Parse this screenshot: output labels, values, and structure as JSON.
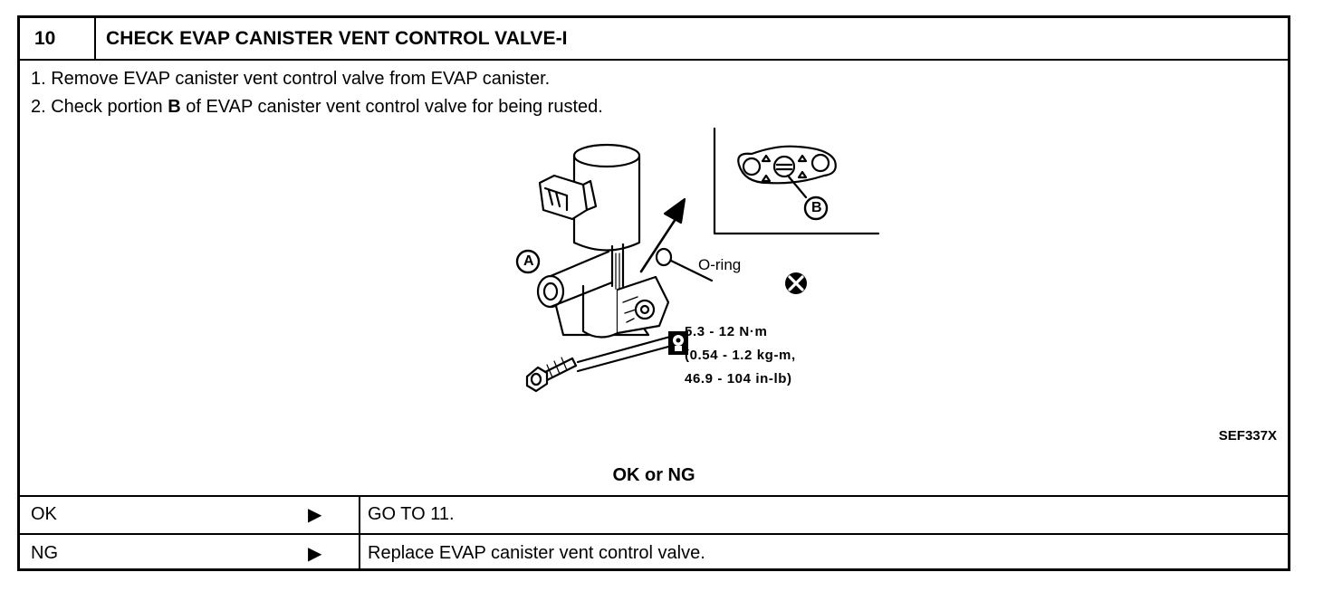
{
  "step": {
    "number": "10",
    "title": "CHECK EVAP CANISTER VENT CONTROL VALVE-I"
  },
  "instructions": {
    "line1": "1.  Remove EVAP canister vent control valve from EVAP canister.",
    "line2_prefix": "2.  Check portion ",
    "line2_bold": "B",
    "line2_suffix": " of EVAP canister vent control valve for being rusted."
  },
  "figure": {
    "code": "SEF337X",
    "callout_a": "A",
    "callout_b": "B",
    "oring_label": "O-ring",
    "torque_line1": "5.3 - 12 N·m",
    "torque_line2": "(0.54 - 1.2 kg-m,",
    "torque_line3": "46.9 - 104 in-lb)",
    "icons": [
      "torque-wrench-icon",
      "do-not-reuse-icon"
    ]
  },
  "question": "OK or NG",
  "results": [
    {
      "label": "OK",
      "arrow": "▶",
      "action": "GO TO 11."
    },
    {
      "label": "NG",
      "arrow": "▶",
      "action": "Replace EVAP canister vent control valve."
    }
  ]
}
